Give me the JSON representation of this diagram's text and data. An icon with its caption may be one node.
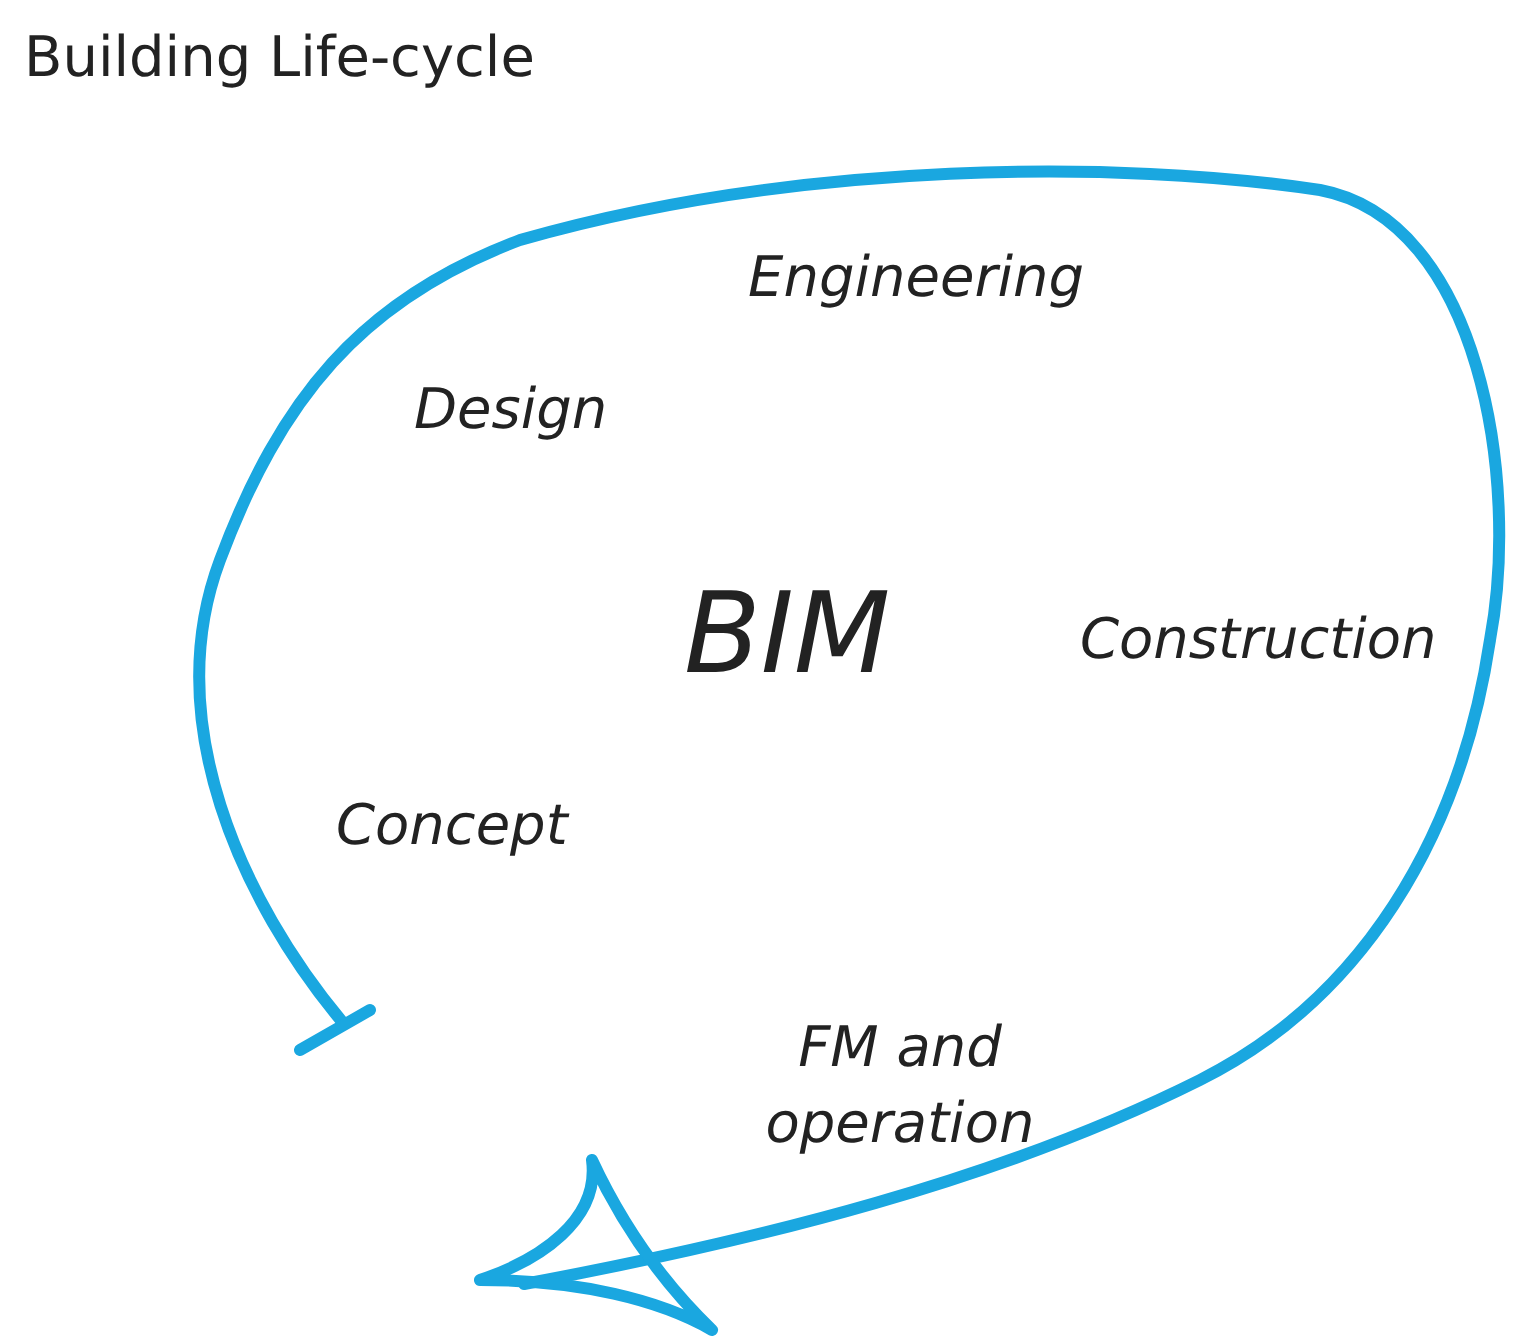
{
  "diagram": {
    "title": "Building Life-cycle",
    "labels": [
      "Engineering",
      "Design",
      "BIM",
      "Construction",
      "Concept",
      "FM and operation"
    ]
  }
}
